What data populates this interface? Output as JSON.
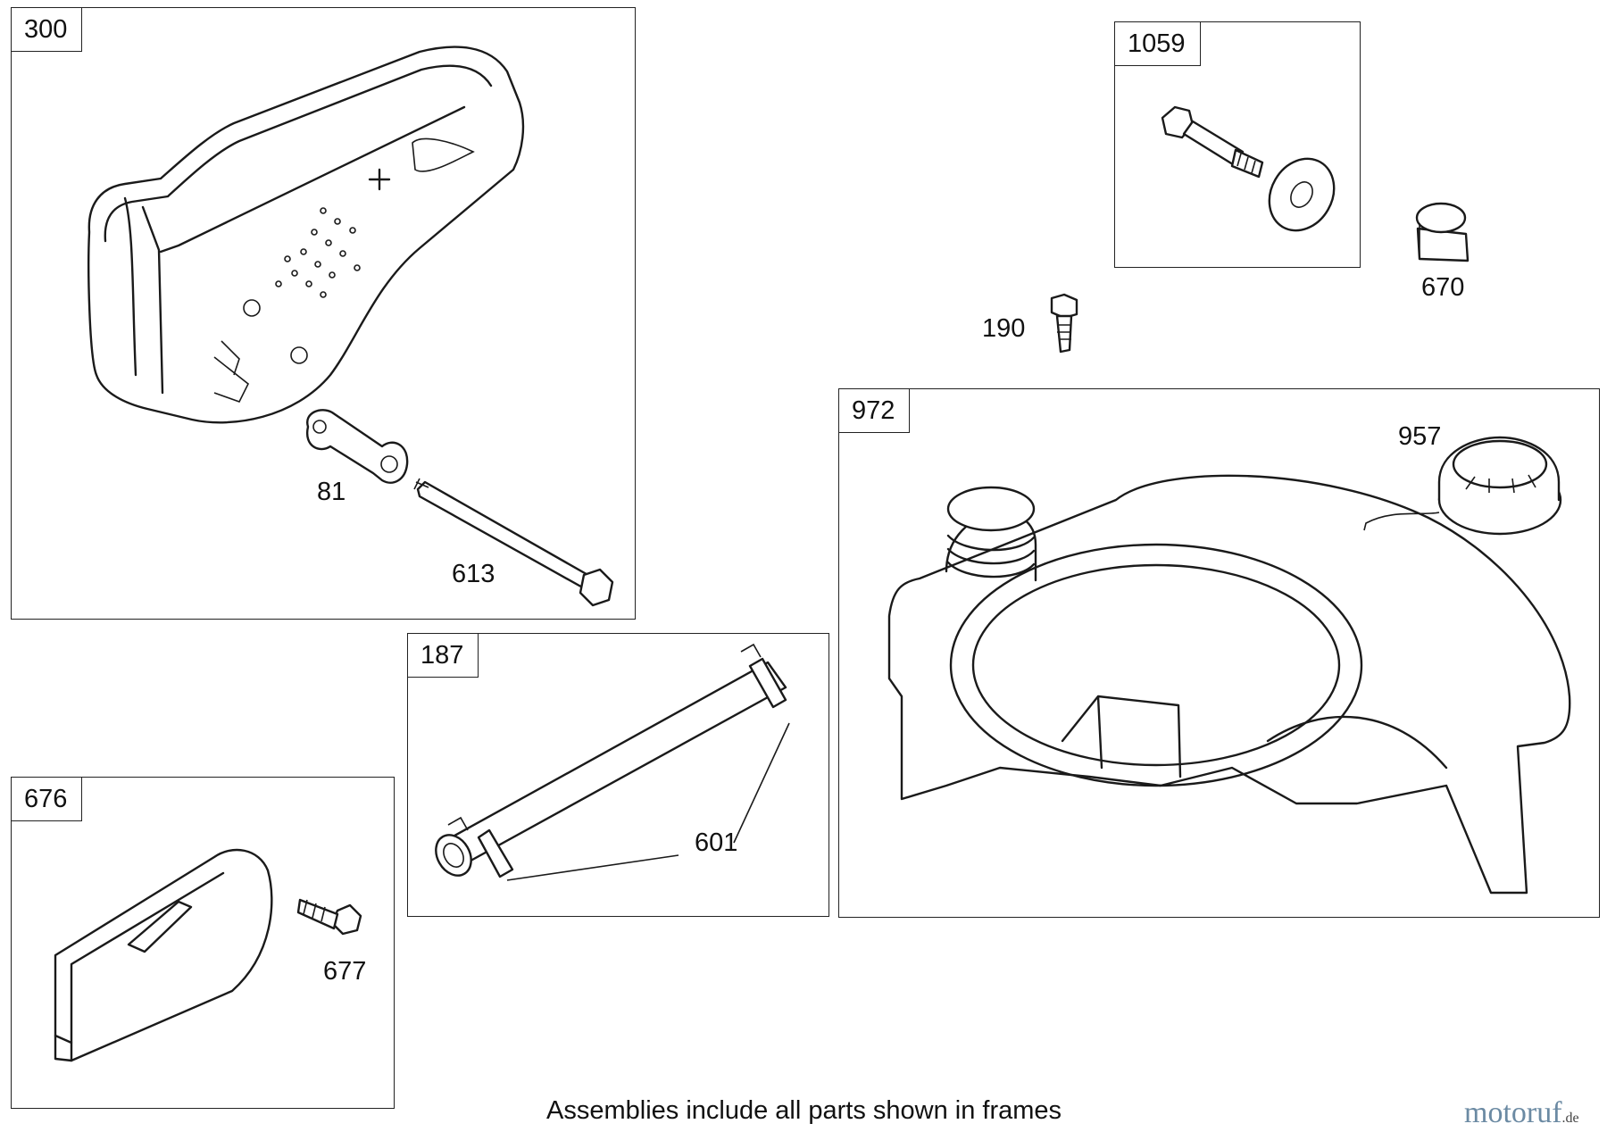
{
  "frames": {
    "muffler": "300",
    "bolt_kit": "1059",
    "fuel_line": "187",
    "deflector": "676",
    "fuel_tank": "972"
  },
  "callouts": {
    "screen_plate": "81",
    "muffler_bolt": "613",
    "bushing": "670",
    "screw": "190",
    "fuel_cap": "957",
    "fuel_hose": "601",
    "deflector_screw": "677"
  },
  "footer_note": "Assemblies include all parts shown in frames",
  "watermark": {
    "brand": "motoruf",
    "suffix": ".de"
  },
  "colors": {
    "line": "#1a1a1a",
    "background": "#ffffff",
    "watermark": "#6b8aa3"
  }
}
